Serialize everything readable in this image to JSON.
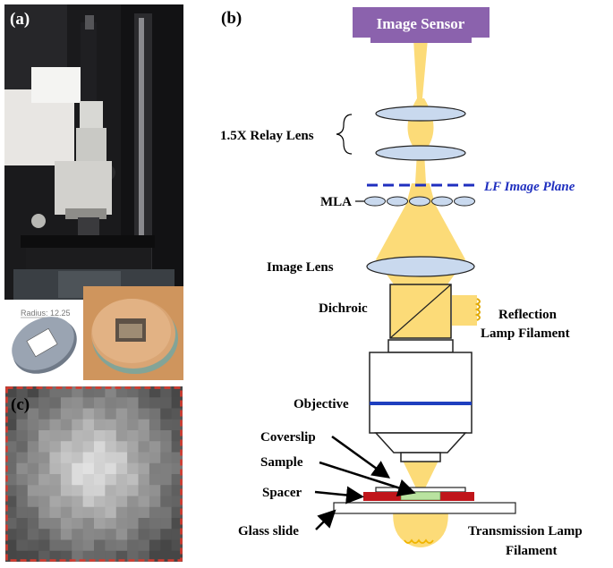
{
  "panel_a": {
    "label": "(a)",
    "drawing_annotation": "Radius: 12.25"
  },
  "panel_b": {
    "label": "(b)",
    "image_sensor": "Image Sensor",
    "relay_lens": "1.5X Relay Lens",
    "lf_image_plane": "LF Image Plane",
    "mla": "MLA",
    "image_lens": "Image Lens",
    "dichroic": "Dichroic",
    "reflection_line1": "Reflection",
    "reflection_line2": "Lamp Filament",
    "objective": "Objective",
    "coverslip": "Coverslip",
    "sample": "Sample",
    "spacer": "Spacer",
    "glass_slide": "Glass slide",
    "transmission_line1": "Transmission Lamp",
    "transmission_line2": "Filament"
  },
  "panel_c": {
    "label": "(c)"
  },
  "colors": {
    "sensor": "#8b62ad",
    "beam": "#fcd86a",
    "lens": "#c9d9ee",
    "lf_plane": "#1f2fbf",
    "spacer": "#c0151a",
    "sample": "#b9e3a0",
    "objective_band": "#1e3fbf",
    "panel_c_border": "#d93a2e"
  }
}
